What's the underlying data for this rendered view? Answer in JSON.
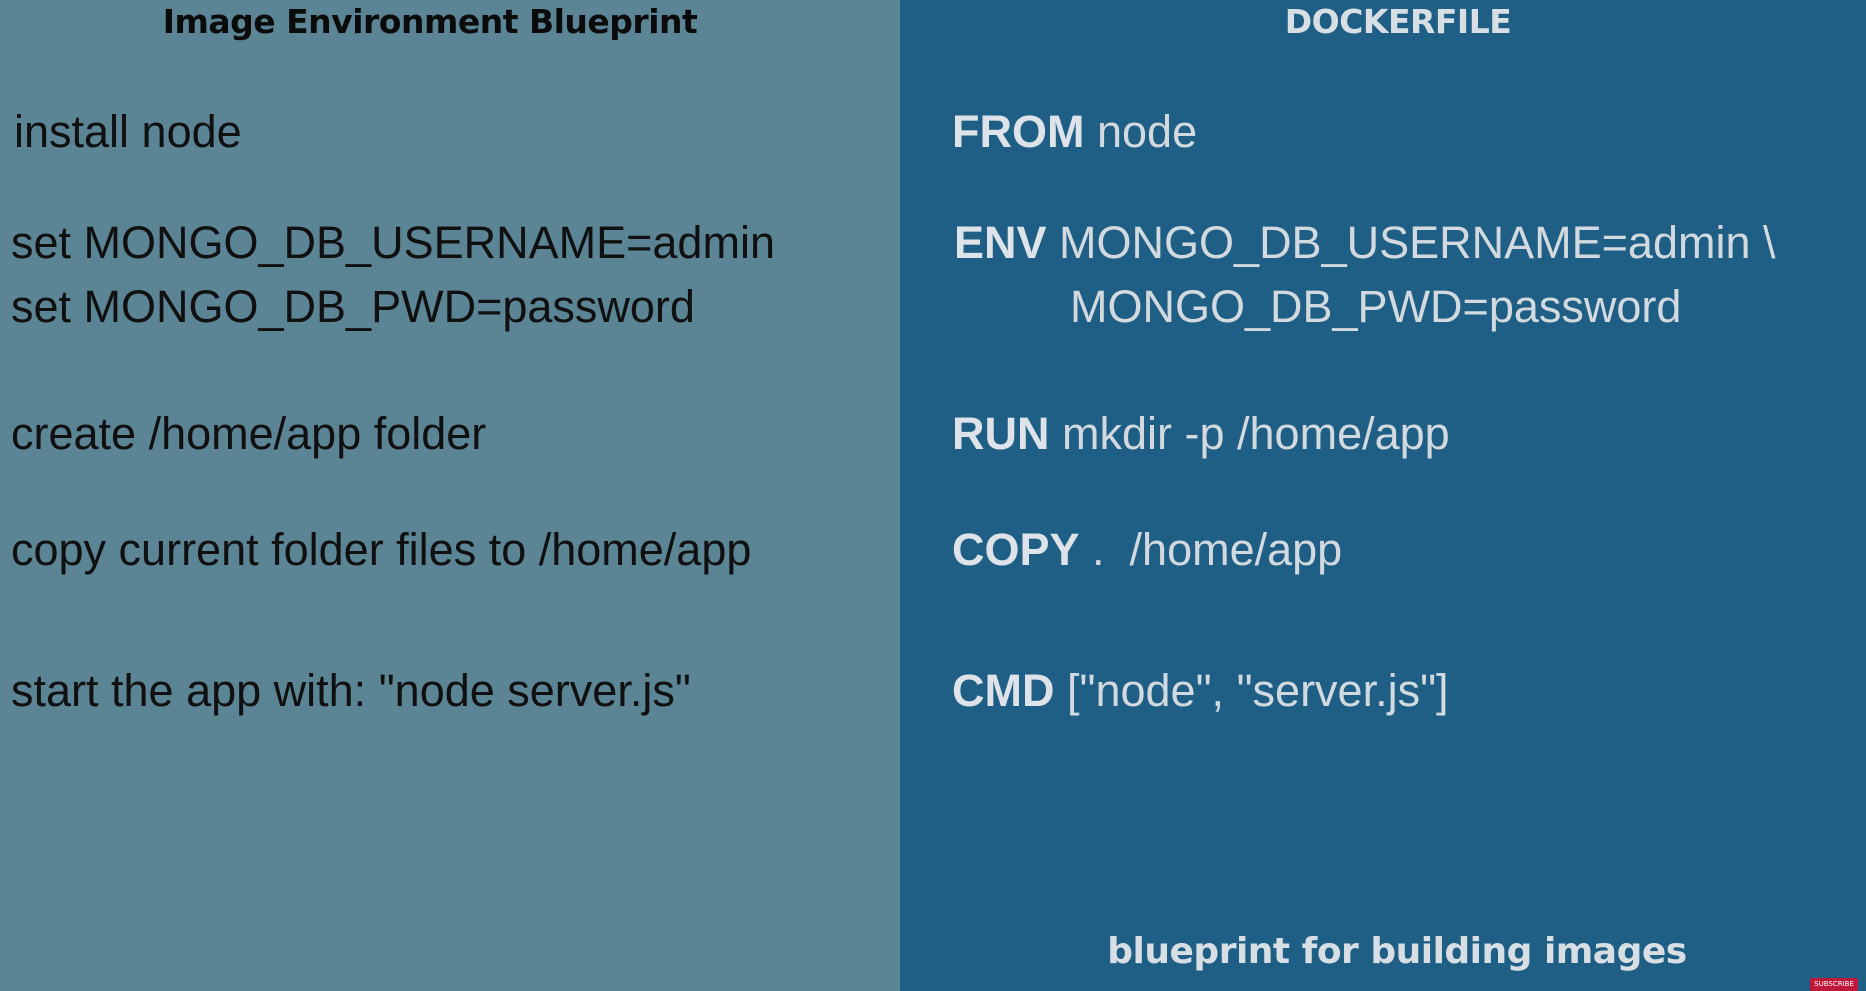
{
  "left": {
    "title": "Image Environment Blueprint",
    "steps": [
      "install node",
      "set MONGO_DB_USERNAME=admin",
      "set MONGO_DB_PWD=password",
      "create /home/app folder",
      "copy current folder files to /home/app",
      "start the app with: \"node server.js\""
    ]
  },
  "right": {
    "title": "DOCKERFILE",
    "instructions": [
      {
        "keyword": "FROM",
        "args": "node"
      },
      {
        "keyword": "ENV",
        "args": "MONGO_DB_USERNAME=admin \\",
        "continuation": "MONGO_DB_PWD=password"
      },
      {
        "keyword": "RUN",
        "args": "mkdir -p /home/app"
      },
      {
        "keyword": "COPY",
        "args": ".  /home/app"
      },
      {
        "keyword": "CMD",
        "args": "[\"node\", \"server.js\"]"
      }
    ],
    "footer": "blueprint for building images"
  },
  "badge": {
    "label": "SUBSCRIBE",
    "color": "#c0183a"
  },
  "colors": {
    "left_background": "#5b8495",
    "right_background": "#1f5f85",
    "left_text": "#101010",
    "right_text": "#d6dce2"
  }
}
